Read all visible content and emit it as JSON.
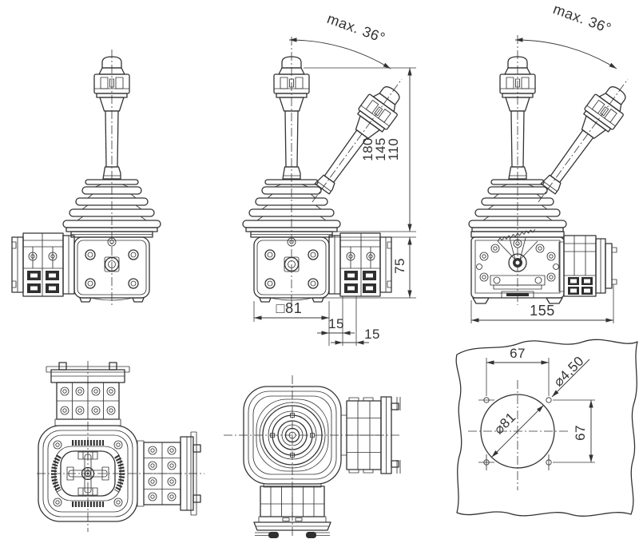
{
  "drawing_title": "Industrial joystick – multi-view dimensional drawing",
  "colors": {
    "line": "#333333",
    "background": "#ffffff"
  },
  "views": {
    "front": "front view",
    "front_tilted": "front view, lever tilted",
    "side_tilted": "side view, lever tilted",
    "bottom": "bottom view",
    "top": "top view",
    "panel_cutout": "panel cutout template"
  },
  "dims": {
    "angle_front": "max. 36°",
    "angle_side": "max. 36°",
    "h180": "180",
    "h145": "145",
    "h110": "110",
    "depth75": "75",
    "width81": "□81",
    "off15a": "15",
    "off15b": "15",
    "width155": "155",
    "pitch67h": "67",
    "pitch67v": "67",
    "dia450": "⌀4,50",
    "dia81": "⌀81"
  }
}
